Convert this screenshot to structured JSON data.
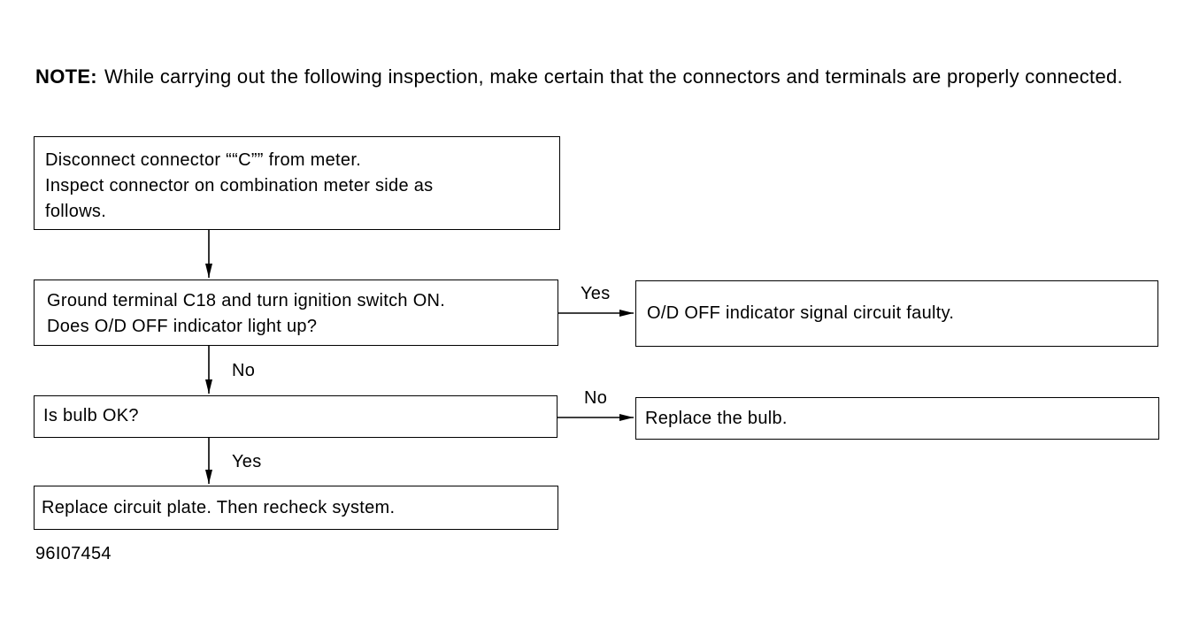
{
  "note": {
    "label": "NOTE:",
    "text": "While carrying out the following inspection, make certain that the connectors and terminals are properly connected."
  },
  "steps": {
    "disconnect": {
      "lines": [
        "Disconnect connector ““C”” from meter.",
        "Inspect connector on combination meter side as",
        "follows."
      ]
    },
    "ground_check": {
      "lines": [
        "Ground terminal C18 and turn ignition switch ON.",
        "Does O/D OFF indicator light up?"
      ]
    },
    "bulb_check": {
      "lines": [
        "Is bulb OK?"
      ]
    },
    "replace_plate": {
      "lines": [
        "Replace circuit plate. Then recheck system."
      ]
    },
    "signal_faulty": {
      "lines": [
        "O/D OFF indicator signal circuit faulty."
      ]
    },
    "replace_bulb": {
      "lines": [
        "Replace the bulb."
      ]
    }
  },
  "edges": {
    "ground_yes": "Yes",
    "ground_no": "No",
    "bulb_no": "No",
    "bulb_yes": "Yes"
  },
  "figure_id": "96I07454"
}
